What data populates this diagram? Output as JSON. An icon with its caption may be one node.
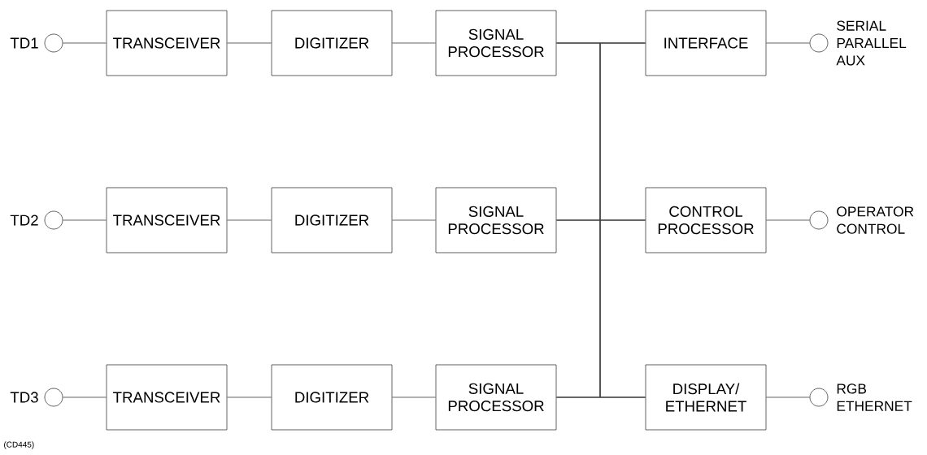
{
  "diagram": {
    "nodes": [
      {
        "text": [],
        "shape": "circle",
        "beside": [
          "TD1"
        ]
      },
      {
        "text": [
          "TRANSCEIVER"
        ]
      },
      {
        "text": [
          "DIGITIZER"
        ]
      },
      {
        "text": [
          "SIGNAL PROCESSOR"
        ]
      },
      {
        "text": [
          "INTERFACE"
        ]
      },
      {
        "text": [],
        "shape": "circle",
        "beside": [
          "SERIAL",
          "PARALLEL",
          "AUX"
        ]
      },
      {
        "text": [],
        "shape": "circle",
        "beside": [
          "TD2"
        ]
      },
      {
        "text": [
          "TRANSCEIVER"
        ]
      },
      {
        "text": [
          "DIGITIZER"
        ]
      },
      {
        "text": [
          "SIGNAL PROCESSOR"
        ]
      },
      {
        "text": [
          "CONTROL PROCESSOR"
        ]
      },
      {
        "text": [],
        "shape": "circle",
        "beside": [
          "OPERATOR CONTROL"
        ]
      },
      {
        "text": [],
        "shape": "circle",
        "beside": [
          "TD3"
        ]
      },
      {
        "text": [
          "TRANSCEIVER"
        ]
      },
      {
        "text": [
          "DIGITIZER"
        ]
      },
      {
        "text": [
          "SIGNAL PROCESSOR"
        ]
      },
      {
        "text": [
          "DISPLAY/ ETHERNET"
        ]
      },
      {
        "text": [],
        "shape": "circle",
        "beside": [
          "RGB",
          "ETHERNET"
        ]
      }
    ],
    "edges": [
      {
        "from": 0,
        "to": 1,
        "arrow": "none"
      },
      {
        "from": 1,
        "to": 2,
        "arrow": "none"
      },
      {
        "from": 2,
        "to": 3,
        "arrow": "none"
      },
      {
        "from": 4,
        "to": 5,
        "arrow": "none"
      },
      {
        "from": 6,
        "to": 7,
        "arrow": "none"
      },
      {
        "from": 7,
        "to": 8,
        "arrow": "none"
      },
      {
        "from": 8,
        "to": 9,
        "arrow": "none"
      },
      {
        "from": 10,
        "to": 11,
        "arrow": "none"
      },
      {
        "from": 12,
        "to": 13,
        "arrow": "none"
      },
      {
        "from": 13,
        "to": 14,
        "arrow": "none"
      },
      {
        "from": 14,
        "to": 15,
        "arrow": "none"
      },
      {
        "from": 16,
        "to": 17,
        "arrow": "none"
      },
      {
        "from": 3,
        "to": 4,
        "arrow": "none"
      },
      {
        "from": 3,
        "to": 10,
        "arrow": "none"
      },
      {
        "from": 3,
        "to": 16,
        "arrow": "none"
      },
      {
        "from": 9,
        "to": 4,
        "arrow": "none"
      },
      {
        "from": 9,
        "to": 10,
        "arrow": "none"
      },
      {
        "from": 9,
        "to": 16,
        "arrow": "none"
      },
      {
        "from": 15,
        "to": 4,
        "arrow": "none"
      },
      {
        "from": 15,
        "to": 10,
        "arrow": "none"
      },
      {
        "from": 15,
        "to": 16,
        "arrow": "none"
      }
    ],
    "labels": [
      "(CD445)"
    ]
  }
}
